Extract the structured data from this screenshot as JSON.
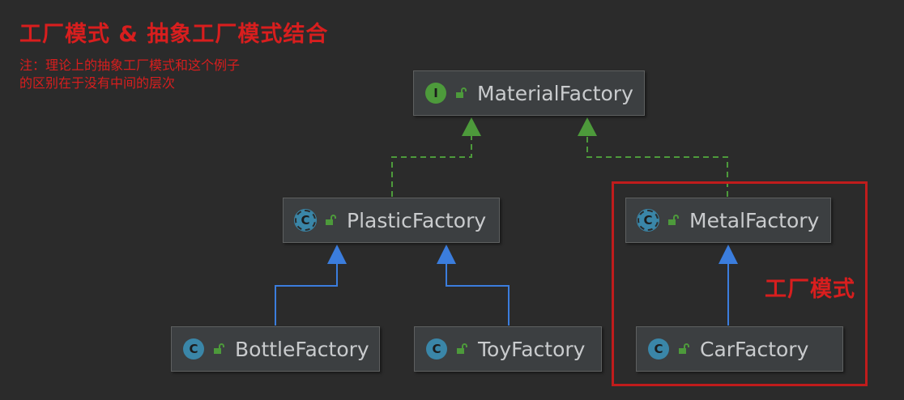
{
  "title": "工厂模式 & 抽象工厂模式结合",
  "note": {
    "line1": "注：理论上的抽象工厂模式和这个例子",
    "line2": "的区别在于没有中间的层次"
  },
  "highlight_label": "工厂模式",
  "colors": {
    "background": "#2b2b2b",
    "node_fill": "#3c3f41",
    "annotation_red": "#d81e1e",
    "implements_edge": "#4d9a3b",
    "extends_edge": "#3b7ddd",
    "interface_badge": "#4d9a3b",
    "class_badge": "#3a86a8"
  },
  "nodes": {
    "material_factory": {
      "name": "MaterialFactory",
      "kind": "interface",
      "badge": "I"
    },
    "plastic_factory": {
      "name": "PlasticFactory",
      "kind": "abstract-class",
      "badge": "C"
    },
    "metal_factory": {
      "name": "MetalFactory",
      "kind": "abstract-class",
      "badge": "C"
    },
    "bottle_factory": {
      "name": "BottleFactory",
      "kind": "class",
      "badge": "C"
    },
    "toy_factory": {
      "name": "ToyFactory",
      "kind": "class",
      "badge": "C"
    },
    "car_factory": {
      "name": "CarFactory",
      "kind": "class",
      "badge": "C"
    }
  },
  "edges": [
    {
      "from": "PlasticFactory",
      "to": "MaterialFactory",
      "type": "implements"
    },
    {
      "from": "MetalFactory",
      "to": "MaterialFactory",
      "type": "implements"
    },
    {
      "from": "BottleFactory",
      "to": "PlasticFactory",
      "type": "extends"
    },
    {
      "from": "ToyFactory",
      "to": "PlasticFactory",
      "type": "extends"
    },
    {
      "from": "CarFactory",
      "to": "MetalFactory",
      "type": "extends"
    }
  ]
}
